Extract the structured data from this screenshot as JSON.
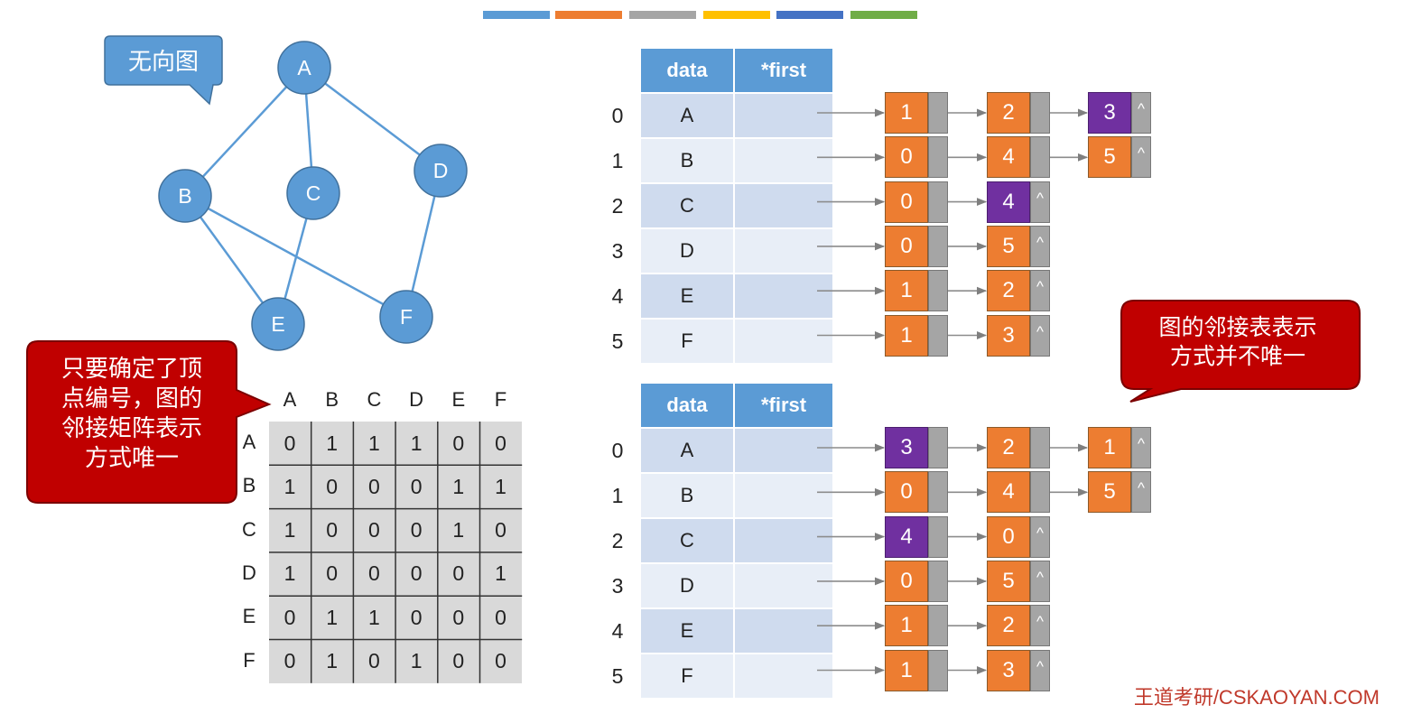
{
  "colors": {
    "bars": [
      "#5b9bd5",
      "#ed7d31",
      "#a5a5a5",
      "#ffc000",
      "#4472c4",
      "#70ad47"
    ],
    "node_fill": "#5b9bd5",
    "edge": "#5b9bd5",
    "list_value": "#ed7d31",
    "list_highlight": "#7030a0",
    "pointer": "#a5a5a5",
    "callout_red": "#c00000",
    "callout_blue": "#5b9bd5"
  },
  "graph": {
    "callout": "无向图",
    "vertices": [
      "A",
      "B",
      "C",
      "D",
      "E",
      "F"
    ]
  },
  "left_callout": [
    "只要确定了顶",
    "点编号，图的",
    "邻接矩阵表示",
    "方式唯一"
  ],
  "right_callout": [
    "图的邻接表表示",
    "方式并不唯一"
  ],
  "matrix": {
    "col_headers": [
      "A",
      "B",
      "C",
      "D",
      "E",
      "F"
    ],
    "row_headers": [
      "A",
      "B",
      "C",
      "D",
      "E",
      "F"
    ],
    "rows": [
      [
        "0",
        "1",
        "1",
        "1",
        "0",
        "0"
      ],
      [
        "1",
        "0",
        "0",
        "0",
        "1",
        "1"
      ],
      [
        "1",
        "0",
        "0",
        "0",
        "1",
        "0"
      ],
      [
        "1",
        "0",
        "0",
        "0",
        "0",
        "1"
      ],
      [
        "0",
        "1",
        "1",
        "0",
        "0",
        "0"
      ],
      [
        "0",
        "1",
        "0",
        "1",
        "0",
        "0"
      ]
    ]
  },
  "list_headers": {
    "data": "data",
    "first": "*first"
  },
  "null_symbol": "^",
  "list1": {
    "rows": [
      {
        "index": "0",
        "data": "A",
        "nodes": [
          {
            "v": "1"
          },
          {
            "v": "2"
          },
          {
            "v": "3",
            "hl": true
          }
        ]
      },
      {
        "index": "1",
        "data": "B",
        "nodes": [
          {
            "v": "0"
          },
          {
            "v": "4"
          },
          {
            "v": "5"
          }
        ]
      },
      {
        "index": "2",
        "data": "C",
        "nodes": [
          {
            "v": "0"
          },
          {
            "v": "4",
            "hl": true
          }
        ]
      },
      {
        "index": "3",
        "data": "D",
        "nodes": [
          {
            "v": "0"
          },
          {
            "v": "5"
          }
        ]
      },
      {
        "index": "4",
        "data": "E",
        "nodes": [
          {
            "v": "1"
          },
          {
            "v": "2"
          }
        ]
      },
      {
        "index": "5",
        "data": "F",
        "nodes": [
          {
            "v": "1"
          },
          {
            "v": "3"
          }
        ]
      }
    ]
  },
  "list2": {
    "rows": [
      {
        "index": "0",
        "data": "A",
        "nodes": [
          {
            "v": "3",
            "hl": true
          },
          {
            "v": "2"
          },
          {
            "v": "1"
          }
        ]
      },
      {
        "index": "1",
        "data": "B",
        "nodes": [
          {
            "v": "0"
          },
          {
            "v": "4"
          },
          {
            "v": "5"
          }
        ]
      },
      {
        "index": "2",
        "data": "C",
        "nodes": [
          {
            "v": "4",
            "hl": true
          },
          {
            "v": "0"
          }
        ]
      },
      {
        "index": "3",
        "data": "D",
        "nodes": [
          {
            "v": "0"
          },
          {
            "v": "5"
          }
        ]
      },
      {
        "index": "4",
        "data": "E",
        "nodes": [
          {
            "v": "1"
          },
          {
            "v": "2"
          }
        ]
      },
      {
        "index": "5",
        "data": "F",
        "nodes": [
          {
            "v": "1"
          },
          {
            "v": "3"
          }
        ]
      }
    ]
  },
  "footer": "王道考研/CSKAOYAN.COM"
}
